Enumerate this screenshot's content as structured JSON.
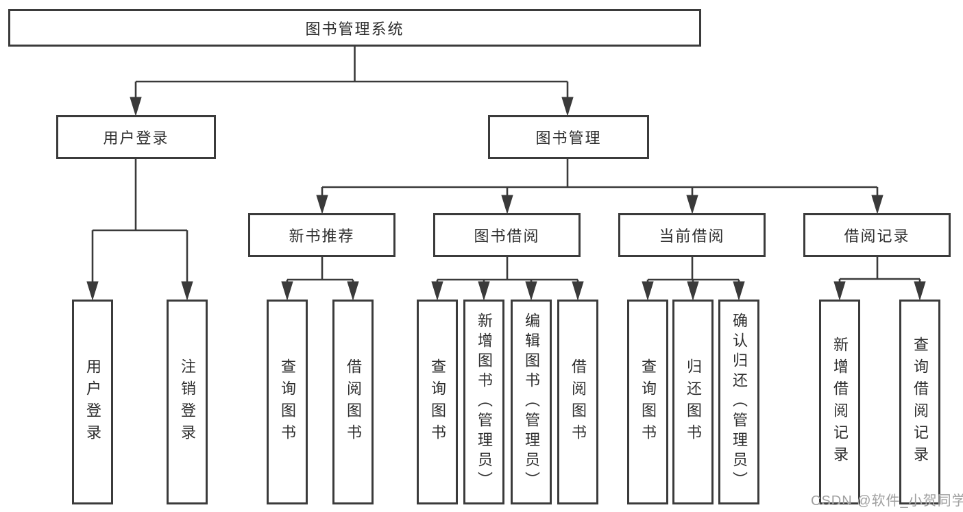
{
  "diagram": {
    "type": "hierarchy-diagram",
    "colors": {
      "line": "#3a3a3a",
      "box_border": "#3b3b3b",
      "box_fill": "#ffffff",
      "text": "#2e2e2e",
      "watermark": "#a0a0a0",
      "background": "#ffffff"
    },
    "nodes": {
      "root": {
        "label": "图书管理系统"
      },
      "user_login": {
        "label": "用户登录"
      },
      "book_mgmt": {
        "label": "图书管理"
      },
      "new_rec": {
        "label": "新书推荐"
      },
      "borrow": {
        "label": "图书借阅"
      },
      "current": {
        "label": "当前借阅"
      },
      "record": {
        "label": "借阅记录"
      },
      "leaf_user_login": {
        "label": "用户登录"
      },
      "leaf_logout": {
        "label": "注销登录"
      },
      "leaf_rec_query": {
        "label": "查询图书"
      },
      "leaf_rec_borrow": {
        "label": "借阅图书"
      },
      "leaf_bor_query": {
        "label": "查询图书"
      },
      "leaf_bor_add": {
        "label": "新增图书（管理员）"
      },
      "leaf_bor_edit": {
        "label": "编辑图书（管理员）"
      },
      "leaf_bor_borrow": {
        "label": "借阅图书"
      },
      "leaf_cur_query": {
        "label": "查询图书"
      },
      "leaf_cur_return": {
        "label": "归还图书"
      },
      "leaf_cur_confirm": {
        "label": "确认归还（管理员）"
      },
      "leaf_log_add": {
        "label": "新增借阅记录"
      },
      "leaf_log_query": {
        "label": "查询借阅记录"
      }
    },
    "edges": [
      [
        "root",
        "user_login"
      ],
      [
        "root",
        "book_mgmt"
      ],
      [
        "user_login",
        "leaf_user_login"
      ],
      [
        "user_login",
        "leaf_logout"
      ],
      [
        "book_mgmt",
        "new_rec"
      ],
      [
        "book_mgmt",
        "borrow"
      ],
      [
        "book_mgmt",
        "current"
      ],
      [
        "book_mgmt",
        "record"
      ],
      [
        "new_rec",
        "leaf_rec_query"
      ],
      [
        "new_rec",
        "leaf_rec_borrow"
      ],
      [
        "borrow",
        "leaf_bor_query"
      ],
      [
        "borrow",
        "leaf_bor_add"
      ],
      [
        "borrow",
        "leaf_bor_edit"
      ],
      [
        "borrow",
        "leaf_bor_borrow"
      ],
      [
        "current",
        "leaf_cur_query"
      ],
      [
        "current",
        "leaf_cur_return"
      ],
      [
        "current",
        "leaf_cur_confirm"
      ],
      [
        "record",
        "leaf_log_add"
      ],
      [
        "record",
        "leaf_log_query"
      ]
    ],
    "watermark": {
      "text": "CSDN @软件_小贺同学"
    }
  }
}
